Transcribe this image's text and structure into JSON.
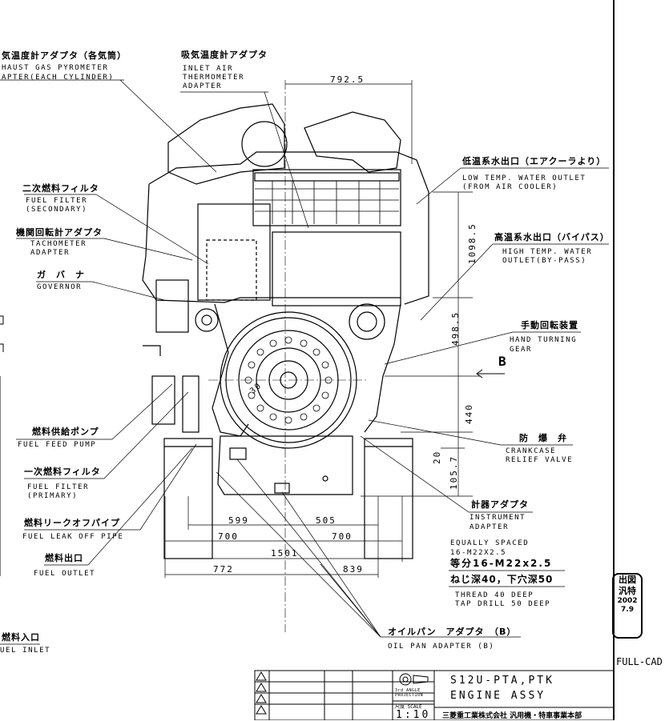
{
  "labels": {
    "exhaust_jp": "気温度計アダプタ（各気筒）",
    "exhaust_en1": "HAUST GAS PYROMETER",
    "exhaust_en2": "APTER(EACH CYLINDER)",
    "inlet_jp": "吸気温度計アダプタ",
    "inlet_en1": "INLET AIR",
    "inlet_en2": "THERMOMETER",
    "inlet_en3": "ADAPTER",
    "ff2_jp": "二次燃料フィルタ",
    "ff2_en1": "FUEL FILTER",
    "ff2_en2": "(SECONDARY)",
    "tach_jp": "機関回転計アダプタ",
    "tach_en1": "TACHOMETER",
    "tach_en2": "ADAPTER",
    "gov_jp": "ガ　バ　ナ",
    "gov_en": "GOVERNOR",
    "feedpump_jp": "燃料供給ポンプ",
    "feedpump_en": "FUEL FEED PUMP",
    "ff1_jp": "一次燃料フィルタ",
    "ff1_en1": "FUEL FILTER",
    "ff1_en2": "(PRIMARY)",
    "leak_jp": "燃料リークオフパイプ",
    "leak_en": "FUEL LEAK OFF PIPE",
    "outlet_jp": "燃料出口",
    "outlet_en": "FUEL OUTLET",
    "fuelin_jp": "燃料入口",
    "fuelin_en": "UEL INLET",
    "lowtemp_jp": "低温系水出口（エアクーラより）",
    "lowtemp_en1": "LOW TEMP. WATER OUTLET",
    "lowtemp_en2": "(FROM AIR COOLER)",
    "hightemp_jp": "高温系水出口（バイパス）",
    "hightemp_en1": "HIGH TEMP. WATER",
    "hightemp_en2": "OUTLET(BY-PASS)",
    "hand_jp": "手動回転装置",
    "hand_en1": "HAND TURNING",
    "hand_en2": "GEAR",
    "crank_jp": "防　爆　弁",
    "crank_en1": "CRANKCASE",
    "crank_en2": "RELIEF VALVE",
    "instr_jp": "計器アダプタ",
    "instr_en1": "INSTRUMENT",
    "instr_en2": "ADAPTER",
    "equal_en1": "EQUALLY SPACED",
    "equal_en2": "16-M22X2.5",
    "equal_jp": "等分16-M22x2.5",
    "thread_jp": "ねじ深40，下穴深50",
    "thread_en1": "THREAD 40 DEEP",
    "thread_en2": "TAP DRILL 50 DEEP",
    "oilpan_jp": "オイルパン　アダプタ　（B）",
    "oilpan_en": "OIL PAN ADAPTER (B)",
    "view_b": "B",
    "flywheel_30": "30"
  },
  "dimensions": {
    "top_width": "792.5",
    "h_1098": "1098.5",
    "h_498": "498.5",
    "h_440": "440",
    "h_20": "20",
    "h_105": "105.7",
    "w_599": "599",
    "w_505": "505",
    "w_700a": "700",
    "w_700b": "700",
    "w_1501": "1501",
    "w_772": "772",
    "w_839": "839"
  },
  "title_block": {
    "projection": "3rd ANGLE PROJECTION",
    "scale_label": "尺度 SCALE",
    "scale": "1:10",
    "model": "S12U-PTA,PTK",
    "title": "ENGINE ASSY",
    "company": "三菱重工業株式会社 汎用機・特車事業本部"
  },
  "stamp": {
    "line1": "出図",
    "line2": "汎特",
    "year": "2002",
    "date": "7.9"
  },
  "margin_text": "FULL-CAD"
}
